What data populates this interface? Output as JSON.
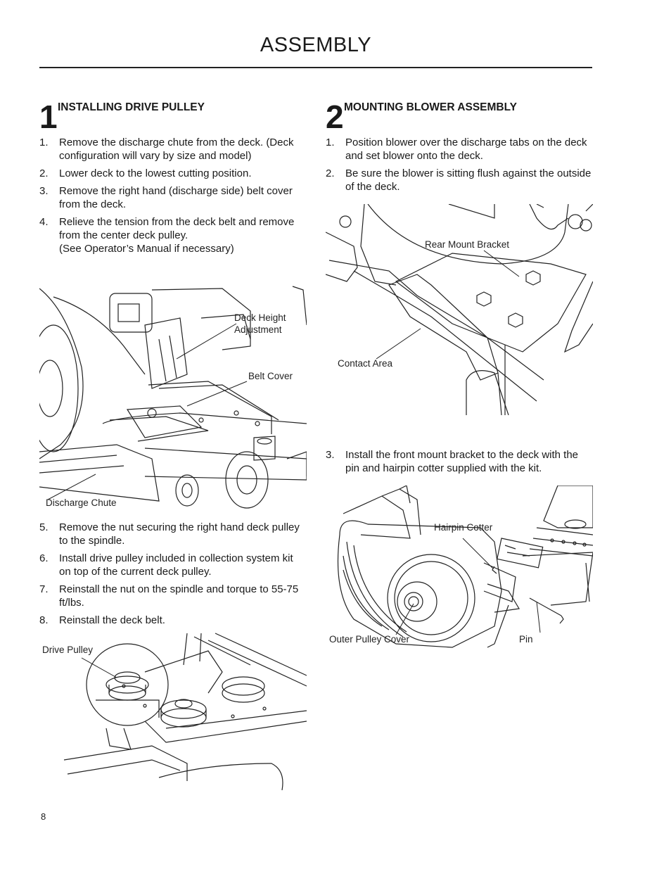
{
  "header": {
    "title": "ASSEMBLY"
  },
  "section1": {
    "number": "1",
    "heading": "INSTALLING DRIVE PULLEY",
    "steps_a": [
      {
        "n": "1.",
        "text": "Remove the discharge chute from the deck. (Deck configuration will vary by size and model)"
      },
      {
        "n": "2.",
        "text": "Lower deck to the lowest cutting position."
      },
      {
        "n": "3.",
        "text": "Remove the right hand (discharge side) belt cover from the deck."
      },
      {
        "n": "4.",
        "text": "Relieve the tension from the deck belt and remove from the center deck pulley.",
        "note": "(See Operator’s Manual if necessary)"
      }
    ],
    "figure1_labels": {
      "deck_height_1": "Deck Height",
      "deck_height_2": "Adjustment",
      "belt_cover": "Belt Cover",
      "discharge_chute": "Discharge Chute"
    },
    "steps_b": [
      {
        "n": "5.",
        "text": "Remove the nut securing the right hand deck pulley to the spindle."
      },
      {
        "n": "6.",
        "text": "Install drive pulley included in collection system kit on top of the current deck pulley."
      },
      {
        "n": "7.",
        "text": "Reinstall the nut on the spindle and torque to 55-75 ft/lbs."
      },
      {
        "n": "8.",
        "text": "Reinstall the deck belt."
      }
    ],
    "figure2_labels": {
      "drive_pulley": "Drive Pulley"
    }
  },
  "section2": {
    "number": "2",
    "heading": "MOUNTING BLOWER ASSEMBLY",
    "steps_a": [
      {
        "n": "1.",
        "text": "Position blower over the discharge tabs on the deck and set blower onto the deck."
      },
      {
        "n": "2.",
        "text": "Be sure the blower is sitting flush against the outside of the deck."
      }
    ],
    "figure3_labels": {
      "rear_mount_bracket": "Rear Mount Bracket",
      "contact_area": "Contact Area"
    },
    "steps_b": [
      {
        "n": "3.",
        "text": "Install the front mount bracket to the deck with the pin and hairpin cotter supplied with the kit."
      }
    ],
    "figure4_labels": {
      "hairpin_cotter": "Hairpin Cotter",
      "outer_pulley_cover": "Outer Pulley Cover",
      "pin": "Pin"
    }
  },
  "footer": {
    "page_number": "8"
  }
}
